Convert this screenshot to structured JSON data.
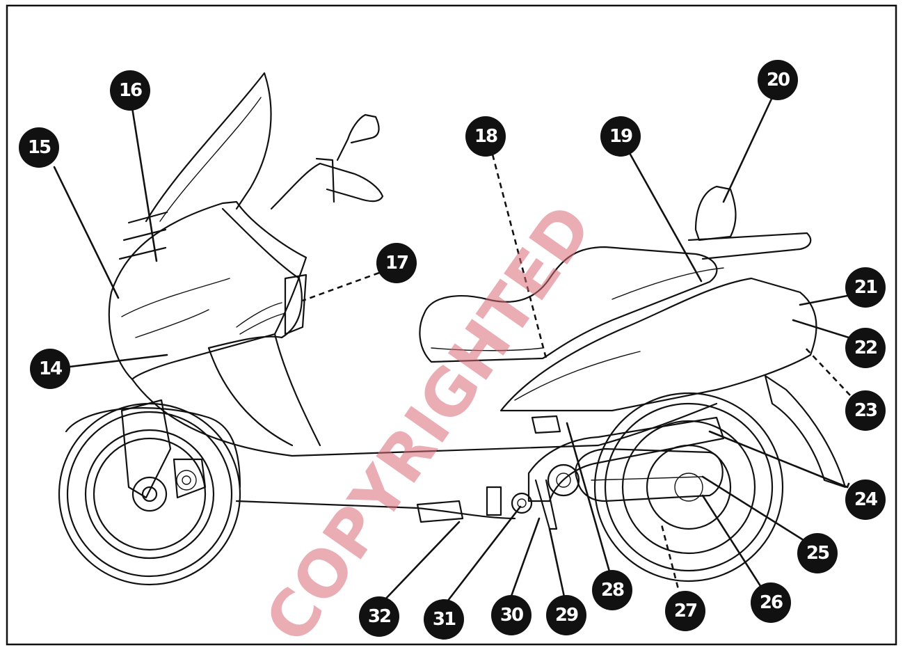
{
  "callouts": [
    {
      "id": "14",
      "label": "14",
      "style": "solid"
    },
    {
      "id": "15",
      "label": "15",
      "style": "solid"
    },
    {
      "id": "16",
      "label": "16",
      "style": "solid"
    },
    {
      "id": "17",
      "label": "17",
      "style": "dashed"
    },
    {
      "id": "18",
      "label": "18",
      "style": "dashed"
    },
    {
      "id": "19",
      "label": "19",
      "style": "solid"
    },
    {
      "id": "20",
      "label": "20",
      "style": "solid"
    },
    {
      "id": "21",
      "label": "21",
      "style": "solid"
    },
    {
      "id": "22",
      "label": "22",
      "style": "solid"
    },
    {
      "id": "23",
      "label": "23",
      "style": "dashed"
    },
    {
      "id": "24",
      "label": "24",
      "style": "solid"
    },
    {
      "id": "25",
      "label": "25",
      "style": "solid"
    },
    {
      "id": "26",
      "label": "26",
      "style": "solid"
    },
    {
      "id": "27",
      "label": "27",
      "style": "dashed"
    },
    {
      "id": "28",
      "label": "28",
      "style": "solid"
    },
    {
      "id": "29",
      "label": "29",
      "style": "solid"
    },
    {
      "id": "30",
      "label": "30",
      "style": "solid"
    },
    {
      "id": "31",
      "label": "31",
      "style": "solid"
    },
    {
      "id": "32",
      "label": "32",
      "style": "solid"
    }
  ],
  "watermark": {
    "text": "COPYRIGHTED",
    "color": "#d96b78"
  },
  "colors": {
    "line": "#111111",
    "badge": "#111111",
    "badge_text": "#ffffff",
    "background": "#ffffff"
  }
}
